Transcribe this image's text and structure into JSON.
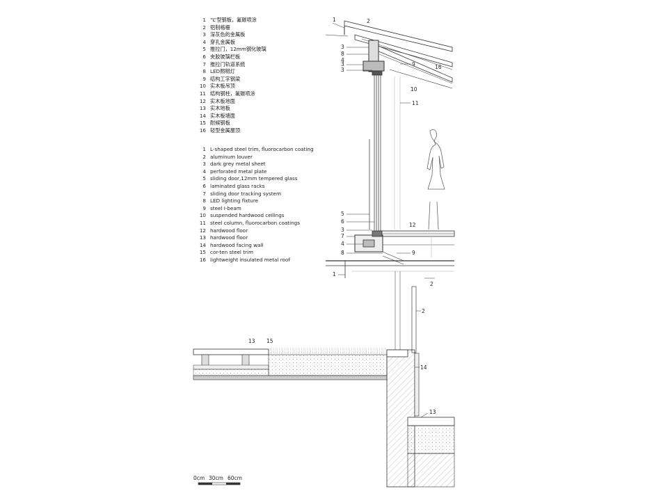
{
  "legend_cn": [
    {
      "n": "1",
      "t": "“L”型钢板，氟碳喷涂"
    },
    {
      "n": "2",
      "t": "铝制格栅"
    },
    {
      "n": "3",
      "t": "深灰色的金属板"
    },
    {
      "n": "4",
      "t": "穿孔金属板"
    },
    {
      "n": "5",
      "t": "推拉门，12mm钢化玻璃"
    },
    {
      "n": "6",
      "t": "夹胶玻璃栏板"
    },
    {
      "n": "7",
      "t": "推拉门轨道系统"
    },
    {
      "n": "8",
      "t": "LED照明灯"
    },
    {
      "n": "9",
      "t": "结构工字钢梁"
    },
    {
      "n": "10",
      "t": "实木板吊顶"
    },
    {
      "n": "11",
      "t": "结构钢柱，氟碳喷涂"
    },
    {
      "n": "12",
      "t": "实木板地面"
    },
    {
      "n": "13",
      "t": "实木地板"
    },
    {
      "n": "14",
      "t": "实木板墙面"
    },
    {
      "n": "15",
      "t": "耐候钢板"
    },
    {
      "n": "16",
      "t": "轻型金属屋顶"
    }
  ],
  "legend_en": [
    {
      "n": "1",
      "t": "L-shaped steel trim, fluorocarbon coating"
    },
    {
      "n": "2",
      "t": "aluminum louver"
    },
    {
      "n": "3",
      "t": "dark grey metal sheet"
    },
    {
      "n": "4",
      "t": "perforated metal plate"
    },
    {
      "n": "5",
      "t": "sliding door,12mm tempered glass"
    },
    {
      "n": "6",
      "t": "laminated glass racks"
    },
    {
      "n": "7",
      "t": "sliding door tracking system"
    },
    {
      "n": "8",
      "t": "LED lighting fixture"
    },
    {
      "n": "9",
      "t": "steel I-beam"
    },
    {
      "n": "10",
      "t": "suspended hardwood ceilings"
    },
    {
      "n": "11",
      "t": "steel column, fluorocarbon coatings"
    },
    {
      "n": "12",
      "t": "hardwood floor"
    },
    {
      "n": "13",
      "t": "hardwood floor"
    },
    {
      "n": "14",
      "t": "hardwood facing wall"
    },
    {
      "n": "15",
      "t": "cor-ten steel trim"
    },
    {
      "n": "16",
      "t": "lightweight insulated metal roof"
    }
  ],
  "callouts": {
    "c1a": "1",
    "c2a": "2",
    "c3a": "3",
    "c8a": "8",
    "c3b": "3",
    "c4a": "4",
    "c3c": "3",
    "c9a": "9",
    "c16": "16",
    "c10": "10",
    "c11": "11",
    "c5": "5",
    "c6": "6",
    "c3d": "3",
    "c7": "7",
    "c4b": "4",
    "c8b": "8",
    "c9b": "9",
    "c12": "12",
    "c1b": "1",
    "c2b": "2",
    "c2c": "2",
    "c13a": "13",
    "c15": "15",
    "c14": "14",
    "c13b": "13"
  },
  "scale": {
    "s0": "0cm",
    "s30": "30cm",
    "s60": "60cm"
  }
}
